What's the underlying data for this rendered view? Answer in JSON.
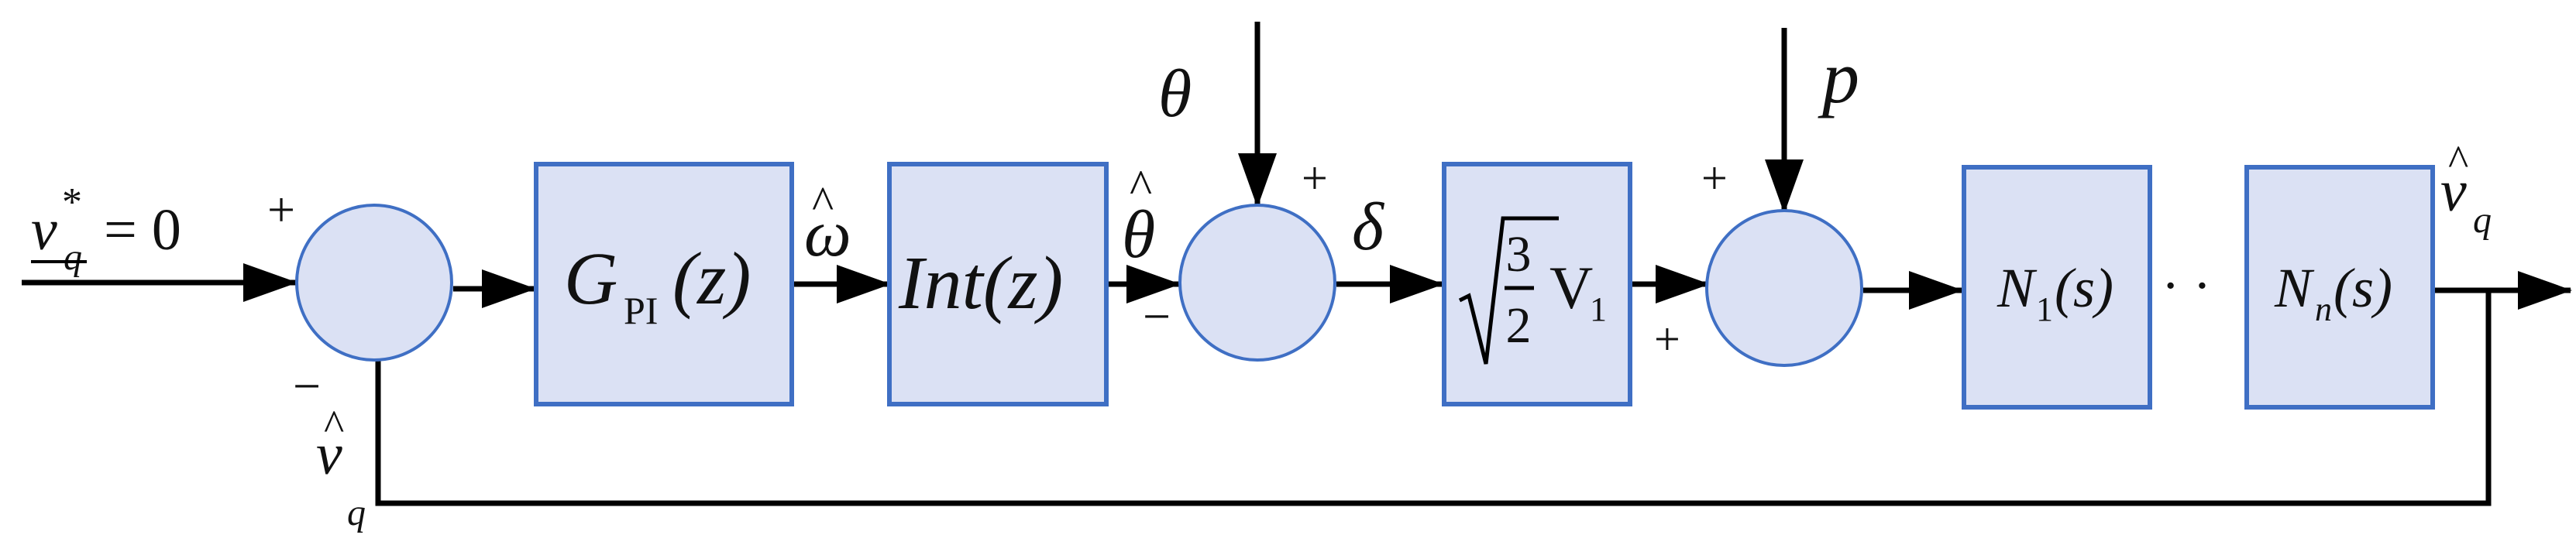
{
  "colors": {
    "block_fill": "#dbe1f4",
    "block_stroke": "#3f6fc4",
    "line": "#000000",
    "text": "#111111"
  },
  "reference": {
    "var": "v",
    "sub": "q",
    "sup": "*",
    "eq": "= 0"
  },
  "sum1": {
    "plus": "+",
    "minus": "−"
  },
  "feedback_label": {
    "var": "v",
    "hat": "^",
    "sub": "q"
  },
  "block_gpi": {
    "var": "G",
    "sub": "PI",
    "arg": "(z)"
  },
  "signal_omega": {
    "var": "ω",
    "hat": "^"
  },
  "block_int": {
    "label": "Int(z)"
  },
  "signal_theta_hat": {
    "var": "θ",
    "hat": "^"
  },
  "input_theta": {
    "label": "θ"
  },
  "sum2": {
    "plus": "+",
    "minus": "−"
  },
  "signal_delta": {
    "label": "δ"
  },
  "block_gain": {
    "num": "3",
    "den": "2",
    "var": "V",
    "sub": "1"
  },
  "input_p": {
    "label": "p"
  },
  "sum3": {
    "plus_top": "+",
    "plus_bottom": "+"
  },
  "block_n1": {
    "var": "N",
    "sub": "1",
    "arg": "(s)"
  },
  "dots": {
    "label": "· ·"
  },
  "block_nn": {
    "var": "N",
    "sub": "n",
    "arg": "(s)"
  },
  "output_label": {
    "var": "v",
    "hat": "^",
    "sub": "q"
  }
}
